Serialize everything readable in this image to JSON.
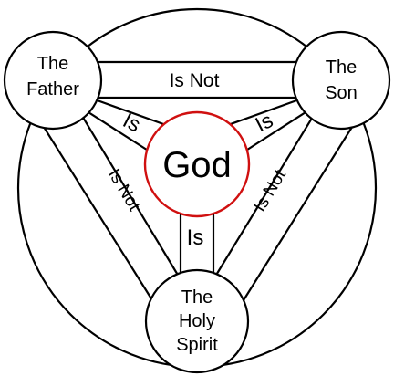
{
  "colors": {
    "stroke": "#000000",
    "center_ring": "#d01010",
    "fill": "#ffffff",
    "text": "#000000"
  },
  "nodes": {
    "father": {
      "line1": "The",
      "line2": "Father"
    },
    "son": {
      "line1": "The",
      "line2": "Son"
    },
    "spirit": {
      "line1": "The",
      "line2": "Holy",
      "line3": "Spirit"
    },
    "god": {
      "label": "God"
    }
  },
  "edges": {
    "father_son": "Is Not",
    "father_spirit": "Is Not",
    "son_spirit": "Is Not",
    "father_god": "Is",
    "son_god": "Is",
    "spirit_god": "Is"
  }
}
